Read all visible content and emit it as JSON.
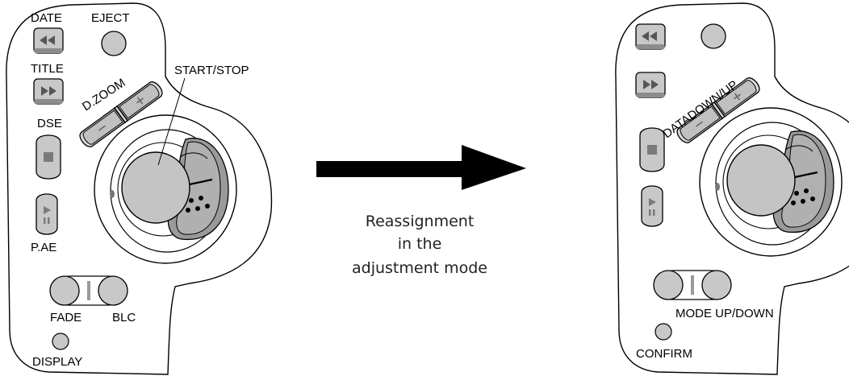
{
  "diagram": {
    "caption_lines": [
      "Reassignment",
      "in the",
      "adjustment mode"
    ],
    "left_panel": {
      "labels": {
        "date": "DATE",
        "eject": "EJECT",
        "title": "TITLE",
        "start_stop": "START/STOP",
        "d_zoom": "D.ZOOM",
        "dse": "DSE",
        "p_ae": "P.AE",
        "fade": "FADE",
        "blc": "BLC",
        "display": "DISPLAY"
      }
    },
    "right_panel": {
      "labels": {
        "data_down_up": "DATADOWN/UP",
        "mode_up_down": "MODE UP/DOWN",
        "confirm": "CONFIRM"
      }
    },
    "colors": {
      "button_fill": "#c8c8c8",
      "button_dark": "#8c8c8c",
      "grip_fill": "#9a9a9a",
      "arrow": "#000000"
    }
  }
}
